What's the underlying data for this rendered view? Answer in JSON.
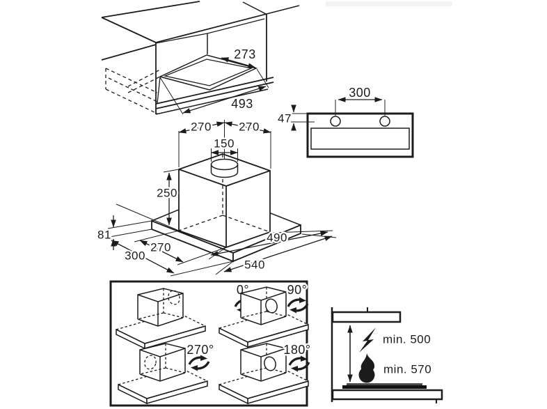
{
  "cabinet": {
    "cutout_depth": "273",
    "cutout_width": "493"
  },
  "front_view": {
    "hole_spacing": "300",
    "hole_top_offset": "47"
  },
  "hood": {
    "duct_offset_left": "270",
    "duct_offset_right": "270",
    "duct_diameter": "150",
    "body_height": "250",
    "base_height": "81",
    "base_depth": "300",
    "body_depth": "270",
    "body_width": "490",
    "base_width": "540"
  },
  "rotation": {
    "angles": [
      "0°",
      "90°",
      "270°",
      "180°"
    ]
  },
  "clearance": {
    "electric_min": "min. 500",
    "gas_min": "min. 570"
  },
  "colors": {
    "line": "#1c1c1c",
    "background": "#ffffff"
  }
}
